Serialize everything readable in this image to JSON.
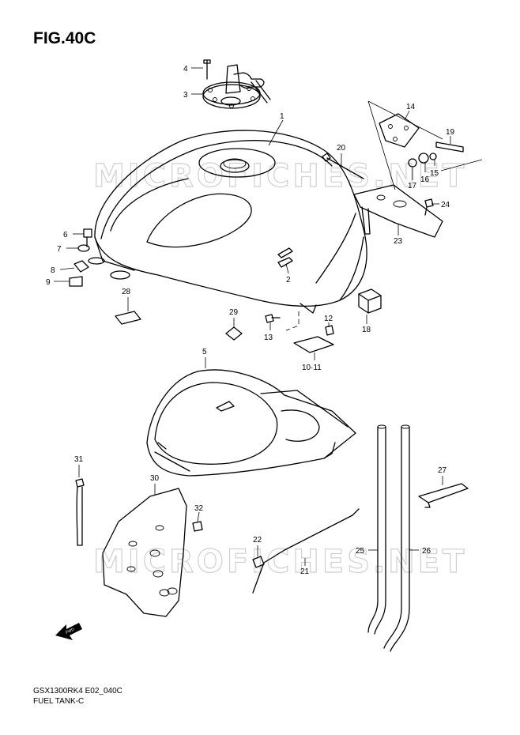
{
  "figure": {
    "title": "FIG.40C"
  },
  "watermark": {
    "text": "MICROFICHES.NET"
  },
  "footer": {
    "model_code": "GSX1300RK4 E02_040C",
    "diagram_name": "FUEL TANK-C"
  },
  "fwd_icon": {
    "label": "FWD"
  },
  "callouts": {
    "c1": "1",
    "c2": "2",
    "c3": "3",
    "c4": "4",
    "c5": "5",
    "c6": "6",
    "c7": "7",
    "c8": "8",
    "c9": "9",
    "c10_11": "10·11",
    "c12": "12",
    "c13": "13",
    "c14": "14",
    "c15": "15",
    "c16": "16",
    "c17": "17",
    "c18": "18",
    "c19": "19",
    "c20": "20",
    "c21": "21",
    "c22": "22",
    "c23": "23",
    "c24": "24",
    "c25": "25",
    "c26": "26",
    "c27": "27",
    "c28": "28",
    "c29": "29",
    "c30": "30",
    "c31": "31",
    "c32": "32"
  }
}
